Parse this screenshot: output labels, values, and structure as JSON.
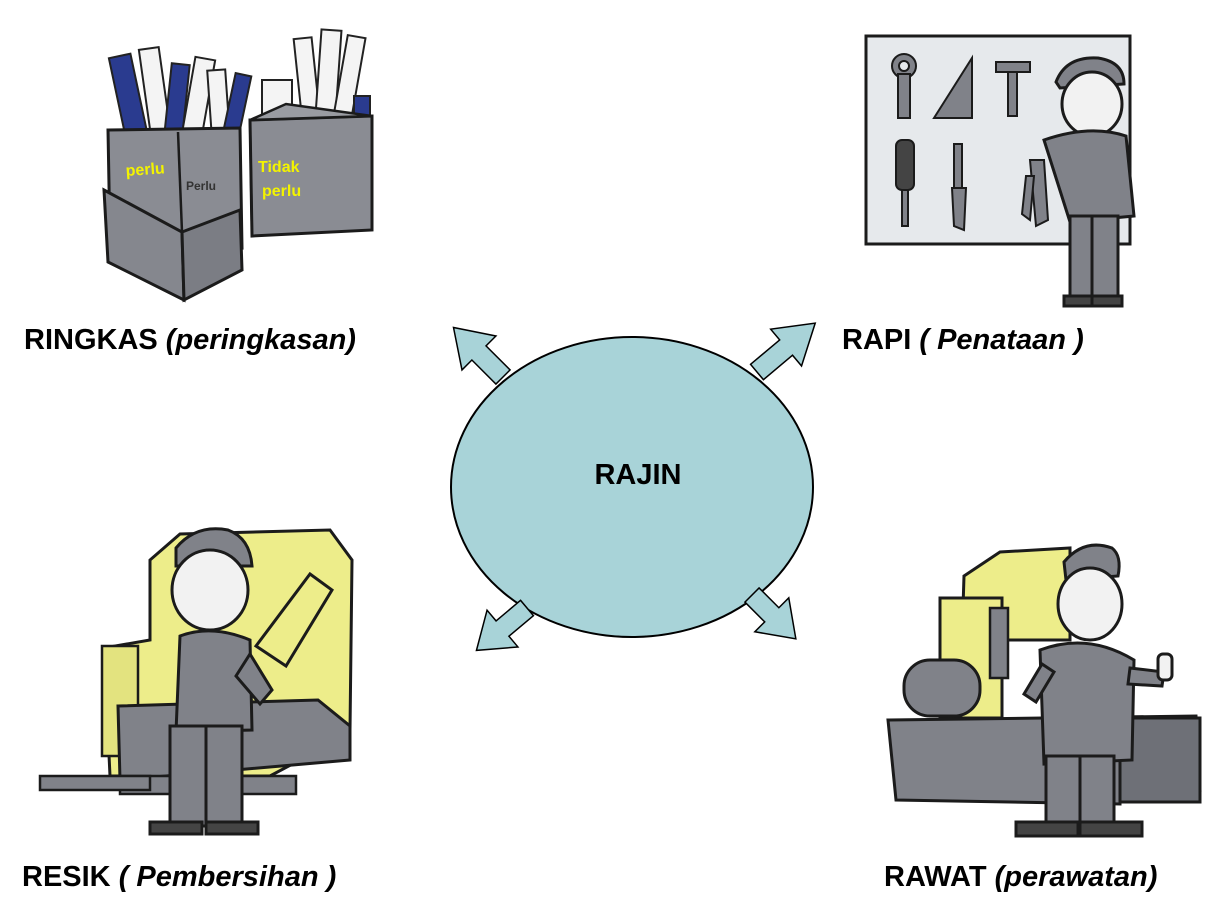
{
  "center": {
    "label": "RAJIN"
  },
  "boxes": {
    "left_label": "perlu",
    "left_print": "Perlu",
    "right_label": "Tidak\nperlu"
  },
  "captions": {
    "ringkas": {
      "main": "RINGKAS",
      "sub": "(peringkasan)"
    },
    "rapi": {
      "main": "RAPI",
      "sub": "( Penataan )"
    },
    "resik": {
      "main": "RESIK",
      "sub": "( Pembersihan )"
    },
    "rawat": {
      "main": "RAWAT",
      "sub": "(perawatan)"
    }
  },
  "colors": {
    "ellipse": "#a8d3d8",
    "arrow": "#a8d3d8",
    "machine": "#eded8a",
    "gray": "#808289",
    "label_yellow": "#f3f300",
    "board": "#e6e9ec"
  }
}
